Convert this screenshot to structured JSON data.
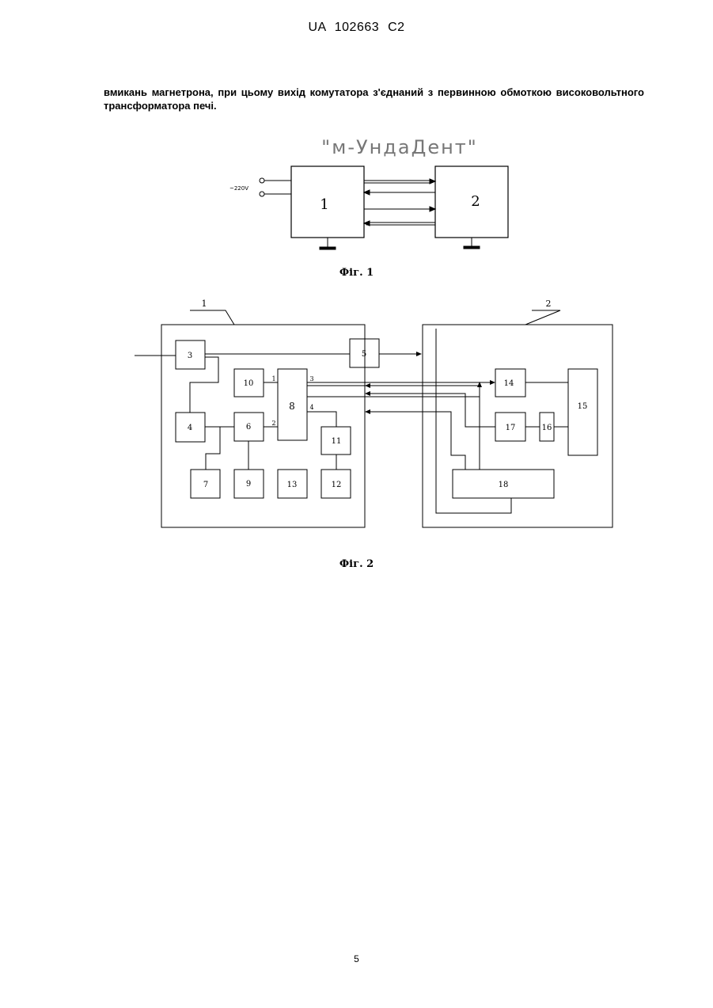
{
  "header": {
    "patent_id": "UA   102663   C2"
  },
  "body_text": {
    "paragraph": "вмикань магнетрона, при цьому вихід комутатора з'єднаний з первинною обмоткою високовольтного трансформатора печі."
  },
  "figure1": {
    "title": "\"м-УндаДент\"",
    "input_label": "~220V",
    "block1_label": "1",
    "block2_label": "2",
    "caption": "Фіг. 1"
  },
  "figure2": {
    "unit1_label": "1",
    "unit2_label": "2",
    "blocks": {
      "b3": "3",
      "b4": "4",
      "b5": "5",
      "b6": "6",
      "b7": "7",
      "b8": "8",
      "b9": "9",
      "b10": "10",
      "b11": "11",
      "b12": "12",
      "b13": "13",
      "b14": "14",
      "b15": "15",
      "b16": "16",
      "b17": "17",
      "b18": "18"
    },
    "pins": {
      "p1": "1",
      "p2": "2",
      "p3": "3",
      "p4": "4"
    },
    "caption": "Фіг. 2"
  },
  "footer": {
    "page_number": "5"
  }
}
